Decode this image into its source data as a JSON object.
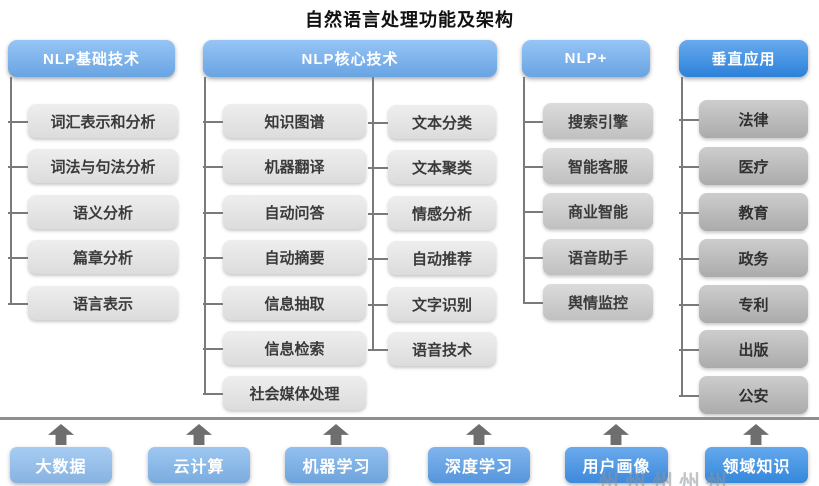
{
  "title": "自然语言处理功能及架构",
  "columns": [
    {
      "header": "NLP基础技术",
      "header_color": "#6FAEF1",
      "items": [
        "词汇表示和分析",
        "词法与句法分析",
        "语义分析",
        "篇章分析",
        "语言表示"
      ]
    },
    {
      "header": "NLP核心技术",
      "header_color": "#6FAEF1",
      "items_left": [
        "知识图谱",
        "机器翻译",
        "自动问答",
        "自动摘要",
        "信息抽取",
        "信息检索",
        "社会媒体处理"
      ],
      "items_right": [
        "文本分类",
        "文本聚类",
        "情感分析",
        "自动推荐",
        "文字识别",
        "语音技术"
      ]
    },
    {
      "header": "NLP+",
      "header_color": "#6FAEF1",
      "items": [
        "搜索引擎",
        "智能客服",
        "商业智能",
        "语音助手",
        "舆情监控"
      ]
    },
    {
      "header": "垂直应用",
      "header_color": "#2E89E7",
      "items": [
        "法律",
        "医疗",
        "教育",
        "政务",
        "专利",
        "出版",
        "公安"
      ]
    }
  ],
  "foundation": {
    "items": [
      {
        "label": "大数据",
        "color": "#8FBEEF"
      },
      {
        "label": "云计算",
        "color": "#82B7ED"
      },
      {
        "label": "机器学习",
        "color": "#74AEEA"
      },
      {
        "label": "深度学习",
        "color": "#5C9FE9"
      },
      {
        "label": "用户画像",
        "color": "#4292E8"
      },
      {
        "label": "领域知识",
        "color": "#3890E8"
      }
    ]
  },
  "colors": {
    "header_blue": "#6FAEF1",
    "header_deep_blue": "#2E89E7",
    "item_light_gray": "#E5E5E5",
    "item_medium_gray": "#C8C8C8",
    "item_dark_gray": "#B2B2B2",
    "connector_gray": "#7A7A7A",
    "divider_gray": "#8F8F8F",
    "arrow_gray": "#6E6E6E"
  },
  "watermark": {
    "text": "州州州州州"
  }
}
